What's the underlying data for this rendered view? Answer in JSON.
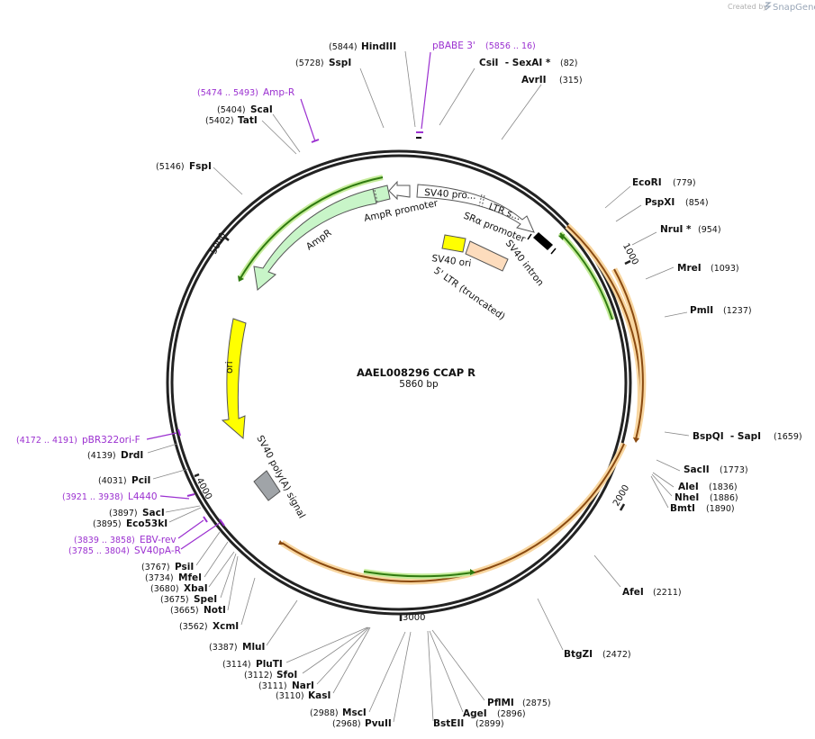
{
  "credit": {
    "created_by": "Created by",
    "brand": "SnapGene"
  },
  "plasmid": {
    "name": "AAEL008296 CCAP R",
    "length_label": "5860 bp",
    "length": 5860
  },
  "ticks": [
    {
      "bp": 1000,
      "label": "1000"
    },
    {
      "bp": 2000,
      "label": "2000"
    },
    {
      "bp": 3000,
      "label": "3000"
    },
    {
      "bp": 4000,
      "label": "4000"
    },
    {
      "bp": 5000,
      "label": "5000"
    }
  ],
  "sites": [
    {
      "name": "HindIII",
      "pos": "(5844)"
    },
    {
      "name": "SspI",
      "pos": "(5728)"
    },
    {
      "name": "CsiI  - SexAI *",
      "pos": "(82)"
    },
    {
      "name": "AvrII",
      "pos": "(315)"
    },
    {
      "name": "ScaI",
      "pos": "(5404)"
    },
    {
      "name": "TatI",
      "pos": "(5402)"
    },
    {
      "name": "FspI",
      "pos": "(5146)"
    },
    {
      "name": "EcoRI",
      "pos": "(779)"
    },
    {
      "name": "PspXI",
      "pos": "(854)"
    },
    {
      "name": "NruI *",
      "pos": "(954)"
    },
    {
      "name": "MreI",
      "pos": "(1093)"
    },
    {
      "name": "PmlI",
      "pos": "(1237)"
    },
    {
      "name": "BspQI  - SapI",
      "pos": "(1659)"
    },
    {
      "name": "SacII",
      "pos": "(1773)"
    },
    {
      "name": "AleI",
      "pos": "(1836)"
    },
    {
      "name": "NheI",
      "pos": "(1886)"
    },
    {
      "name": "BmtI",
      "pos": "(1890)"
    },
    {
      "name": "AfeI",
      "pos": "(2211)"
    },
    {
      "name": "BtgZI",
      "pos": "(2472)"
    },
    {
      "name": "PflMI",
      "pos": "(2875)"
    },
    {
      "name": "AgeI",
      "pos": "(2896)"
    },
    {
      "name": "BstEII",
      "pos": "(2899)"
    },
    {
      "name": "MscI",
      "pos": "(2988)"
    },
    {
      "name": "PvuII",
      "pos": "(2968)"
    },
    {
      "name": "KasI",
      "pos": "(3110)"
    },
    {
      "name": "NarI",
      "pos": "(3111)"
    },
    {
      "name": "SfoI",
      "pos": "(3112)"
    },
    {
      "name": "PluTI",
      "pos": "(3114)"
    },
    {
      "name": "MluI",
      "pos": "(3387)"
    },
    {
      "name": "XcmI",
      "pos": "(3562)"
    },
    {
      "name": "NotI",
      "pos": "(3665)"
    },
    {
      "name": "SpeI",
      "pos": "(3675)"
    },
    {
      "name": "XbaI",
      "pos": "(3680)"
    },
    {
      "name": "MfeI",
      "pos": "(3734)"
    },
    {
      "name": "PsiI",
      "pos": "(3767)"
    },
    {
      "name": "Eco53kI",
      "pos": "(3895)"
    },
    {
      "name": "SacI",
      "pos": "(3897)"
    },
    {
      "name": "PciI",
      "pos": "(4031)"
    },
    {
      "name": "DrdI",
      "pos": "(4139)"
    }
  ],
  "primers": [
    {
      "name": "pBABE 3'",
      "pos": "(5856 .. 16)"
    },
    {
      "name": "Amp-R",
      "pos": "(5474 .. 5493)"
    },
    {
      "name": "pBR322ori-F",
      "pos": "(4172 .. 4191)"
    },
    {
      "name": "L4440",
      "pos": "(3921 .. 3938)"
    },
    {
      "name": "EBV-rev",
      "pos": "(3839 .. 3858)"
    },
    {
      "name": "SV40pA-R",
      "pos": "(3785 .. 3804)"
    }
  ],
  "features": {
    "sv40_promoter": "SV40 pro...",
    "ltr": "LTR s...",
    "sra_promoter": "SRα promoter",
    "sv40_intron": "SV40 intron",
    "ampr_promoter": "AmpR promoter",
    "ampr": "AmpR",
    "ori": "ori",
    "sv40_ori": "SV40 ori",
    "five_ltr": "5' LTR (truncated)",
    "sv40_polya": "SV40 poly(A) signal"
  },
  "colors": {
    "backbone": "#222222",
    "ampr": "#c8f5c8",
    "ori": "#ffff00",
    "orf": "#f0a030",
    "orf_inner": "#7ab83a",
    "promoter": "#ffffff",
    "ltr": "#fddcbd",
    "polya": "#a0a4a8",
    "primer": "#9b30d0",
    "intron": "#000000"
  }
}
